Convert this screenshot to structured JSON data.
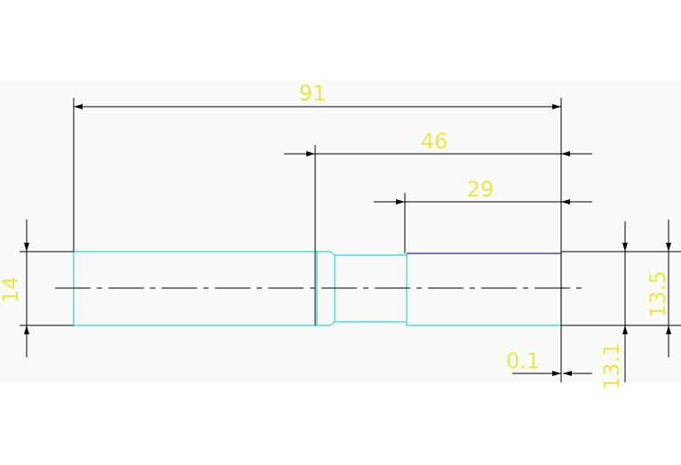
{
  "dimensions": {
    "overall_length": "91",
    "section_length_a": "46",
    "section_length_b": "29",
    "left_diameter": "14",
    "right_diameter": "13.5",
    "step_offset": "0.1",
    "right_small_diameter": "13.1"
  },
  "colors": {
    "background": "#f8fbf7",
    "outline": "#31d3d8",
    "dimension_line": "#000000",
    "dimension_text": "#e8e84a",
    "highlight": "#6a5acd"
  }
}
